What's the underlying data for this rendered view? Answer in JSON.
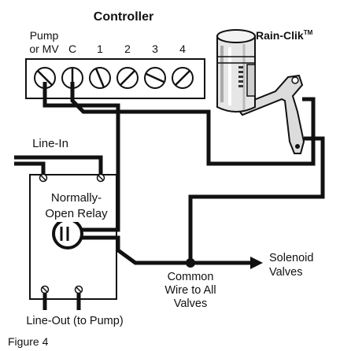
{
  "diagram": {
    "controller": {
      "title": "Controller",
      "terminal_labels": {
        "pump_line1": "Pump",
        "pump_line2": "or MV",
        "common": "C",
        "t1": "1",
        "t2": "2",
        "t3": "3",
        "t4": "4"
      }
    },
    "sensor": {
      "name": "Rain-Clik",
      "trademark": "TM"
    },
    "relay": {
      "line_in": "Line-In",
      "label_line1": "Normally-",
      "label_line2": "Open Relay",
      "line_out": "Line-Out (to Pump)"
    },
    "common_wire": {
      "line1": "Common",
      "line2": "Wire to All",
      "line3": "Valves"
    },
    "solenoid": {
      "line1": "Solenoid",
      "line2": "Valves"
    },
    "caption": "Figure 4"
  }
}
